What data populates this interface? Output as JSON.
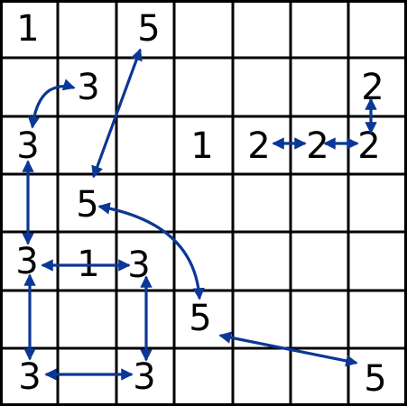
{
  "puzzle": {
    "rows": 7,
    "cols": 7,
    "colors": {
      "grid": "#000000",
      "arrow": "#0b3796",
      "background": "#ffffff"
    },
    "cells": [
      {
        "r": 0,
        "c": 0,
        "value": "1"
      },
      {
        "r": 0,
        "c": 2,
        "value": "5"
      },
      {
        "r": 1,
        "c": 1,
        "value": "3"
      },
      {
        "r": 1,
        "c": 6,
        "value": "2"
      },
      {
        "r": 2,
        "c": 0,
        "value": "3"
      },
      {
        "r": 2,
        "c": 3,
        "value": "1"
      },
      {
        "r": 2,
        "c": 4,
        "value": "2"
      },
      {
        "r": 2,
        "c": 5,
        "value": "2"
      },
      {
        "r": 2,
        "c": 6,
        "value": "2"
      },
      {
        "r": 3,
        "c": 1,
        "value": "5"
      },
      {
        "r": 4,
        "c": 0,
        "value": "3"
      },
      {
        "r": 4,
        "c": 1,
        "value": "1"
      },
      {
        "r": 4,
        "c": 2,
        "value": "3"
      },
      {
        "r": 5,
        "c": 3,
        "value": "5"
      },
      {
        "r": 6,
        "c": 0,
        "value": "3"
      },
      {
        "r": 6,
        "c": 2,
        "value": "3"
      },
      {
        "r": 6,
        "c": 6,
        "value": "5"
      }
    ]
  }
}
